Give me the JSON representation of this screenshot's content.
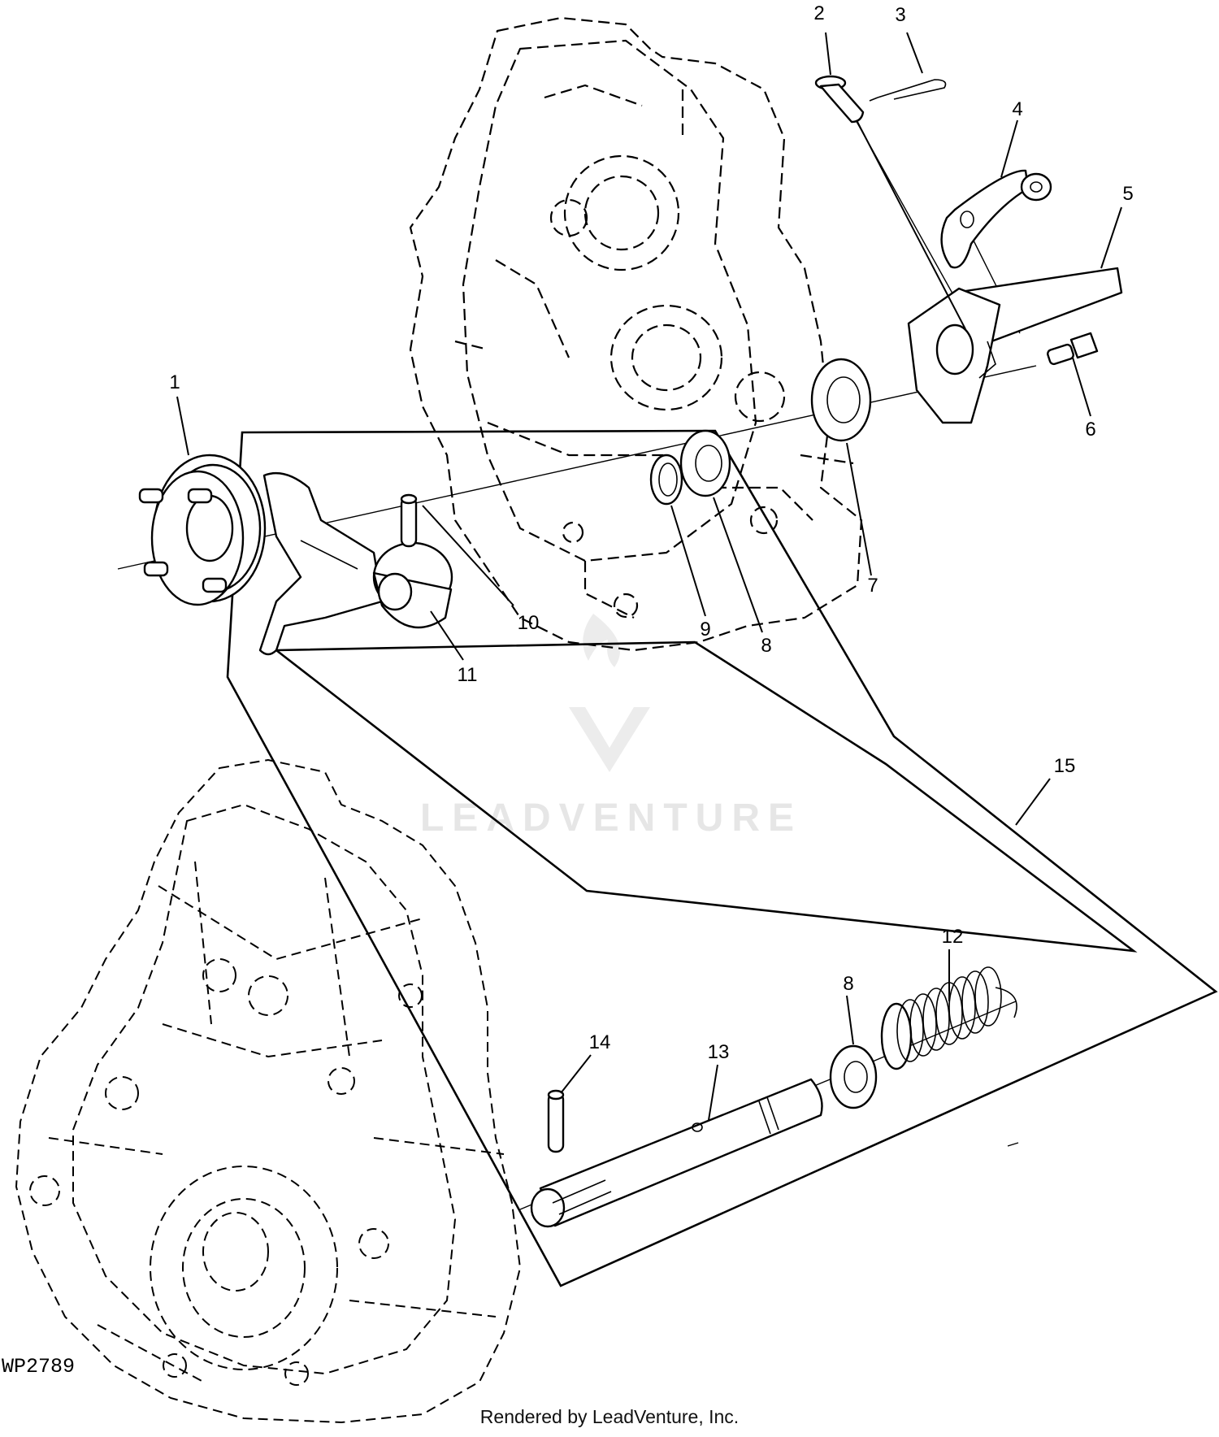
{
  "diagram": {
    "callouts": [
      {
        "id": "1",
        "label": "1"
      },
      {
        "id": "2",
        "label": "2"
      },
      {
        "id": "3",
        "label": "3"
      },
      {
        "id": "4",
        "label": "4"
      },
      {
        "id": "5",
        "label": "5"
      },
      {
        "id": "6",
        "label": "6"
      },
      {
        "id": "7",
        "label": "7"
      },
      {
        "id": "8a",
        "label": "8"
      },
      {
        "id": "9",
        "label": "9"
      },
      {
        "id": "10",
        "label": "10"
      },
      {
        "id": "11",
        "label": "11"
      },
      {
        "id": "15",
        "label": "15"
      },
      {
        "id": "12",
        "label": "12"
      },
      {
        "id": "8b",
        "label": "8"
      },
      {
        "id": "14",
        "label": "14"
      },
      {
        "id": "13",
        "label": "13"
      }
    ],
    "figure_code": "WP2789",
    "render_note": "Rendered by LeadVenture, Inc.",
    "watermark": "LEADVENTURE"
  }
}
